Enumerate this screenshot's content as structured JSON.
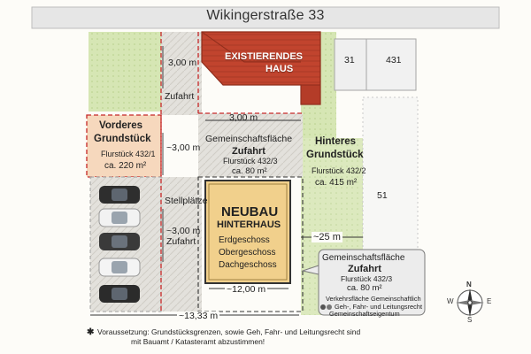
{
  "street": "Wikingerstraße 33",
  "existing_house": {
    "line1": "EXISTIERENDES",
    "line2": "HAUS"
  },
  "neighbors": {
    "a": "31",
    "b": "431",
    "c": "51"
  },
  "front_plot": {
    "title1": "Vorderes",
    "title2": "Grundstück",
    "parcel": "Flurstück 432/1",
    "area": "ca. 220 m²"
  },
  "rear_plot": {
    "title1": "Hinteres",
    "title2": "Grundstück",
    "parcel": "Flurstück 432/2",
    "area": "ca. 415 m²"
  },
  "shared_access": {
    "title1": "Gemeinschaftsfläche",
    "title2": "Zufahrt",
    "parcel": "Flurstück 432/3",
    "area": "ca. 80 m²"
  },
  "new_build": {
    "title1": "NEUBAU",
    "title2": "HINTERHAUS",
    "floors": [
      "Erdgeschoss",
      "Obergeschoss",
      "Dachgeschoss"
    ]
  },
  "callout": {
    "title1": "Gemeinschaftsfläche",
    "title2": "Zufahrt",
    "parcel": "Flurstück 432/3",
    "area": "ca. 80 m²",
    "notes": [
      "Verkehrsfläche Gemeinschaftlich",
      "Geh-, Fahr- und Leitungsrecht",
      "Gemeinschaftseigentum"
    ]
  },
  "dimensions": {
    "d_top_left": "3,00 m",
    "zufahrt_top": "Zufahrt",
    "d_access_width": "3,00 m",
    "d_mid_left": "~3,00 m",
    "stellplaetze": "Stellplätze",
    "d_lower_left": "~3,00 m",
    "zufahrt_lower": "Zufahrt",
    "d_right": "~25 m",
    "d_house_width": "~12,00 m",
    "d_total_width": "~13,33 m"
  },
  "footnote": {
    "line1": "Voraussetzung: Grundstücksgrenzen, sowie Geh, Fahr- und Leitungsrecht sind",
    "line2": "mit Bauamt / Katasteramt abzustimmen!"
  },
  "compass": {
    "n": "N",
    "e": "E",
    "s": "S",
    "w": "W"
  },
  "colors": {
    "roof": "#c1442e",
    "roof_dark": "#8e2d1c",
    "front_plot": "#f6d8bd",
    "new_build": "#f1d08c",
    "grass": "#cfe3a9",
    "paving": "#dcdcdc",
    "boundary_red": "#c62828",
    "callout_bg": "#ececec"
  }
}
